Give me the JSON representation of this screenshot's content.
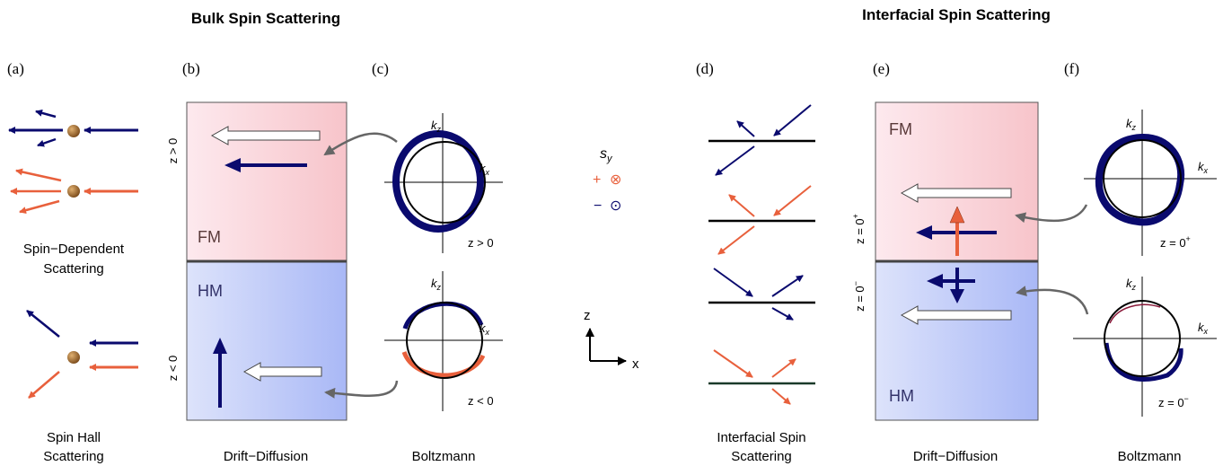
{
  "titles": {
    "bulk": "Bulk Spin Scattering",
    "interfacial": "Interfacial Spin Scattering"
  },
  "panels": {
    "a": "(a)",
    "b": "(b)",
    "c": "(c)",
    "d": "(d)",
    "e": "(e)",
    "f": "(f)"
  },
  "captions": {
    "a_top_1": "Spin−Dependent",
    "a_top_2": "Scattering",
    "a_bot_1": "Spin Hall",
    "a_bot_2": "Scattering",
    "b": "Drift−Diffusion",
    "c": "Boltzmann",
    "d_1": "Interfacial Spin",
    "d_2": "Scattering",
    "e": "Drift−Diffusion",
    "f": "Boltzmann"
  },
  "regions": {
    "fm": "FM",
    "hm": "HM",
    "z_pos": "z > 0",
    "z_neg": "z < 0",
    "z_0p": "z = 0",
    "z_0m": "z = 0",
    "sup_plus": "+",
    "sup_minus": "−"
  },
  "boltz": {
    "kz": "k",
    "kx": "k",
    "sub_z": "z",
    "sub_x": "x",
    "c_top": "z > 0",
    "c_bot": "z < 0",
    "f_top": "z = 0",
    "f_bot": "z = 0"
  },
  "legend": {
    "title": "s",
    "sub": "y",
    "plus": "+",
    "plus_sym": "⊗",
    "minus": "−",
    "minus_sym": "⊙"
  },
  "axes": {
    "z": "z",
    "x": "x"
  },
  "colors": {
    "navy": "#0a0a6e",
    "orange": "#e8603c",
    "fm_pink": "#f8c9cf",
    "hm_blue": "#aab8f5",
    "ball": "#a0662a"
  }
}
